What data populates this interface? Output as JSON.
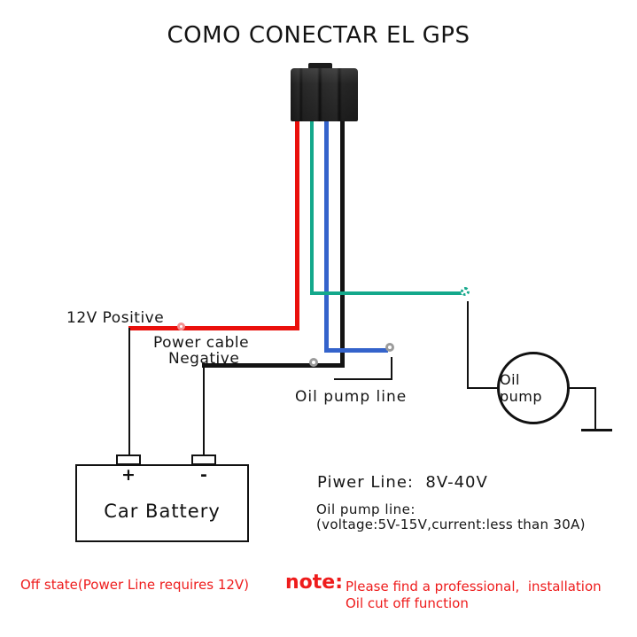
{
  "title": "COMO CONECTAR EL GPS",
  "diagram": {
    "relay": "gps-relay-connector",
    "labels": {
      "positive": "12V Positive",
      "power_cable": "Power cable",
      "negative": "Negative",
      "oil_pump_line": "Oil pump line",
      "oil_pump": "Oil pump"
    },
    "battery": {
      "name": "Car Battery",
      "plus": "+",
      "minus": "-"
    }
  },
  "specs": {
    "power_line": "Piwer Line:  8V-40V",
    "oil_pump_title": "Oil pump line:",
    "oil_pump_detail": "(voltage:5V-15V,current:less than 30A)"
  },
  "notes": {
    "off_state": "Off state(Power Line requires 12V)",
    "note_label": "note:",
    "line1": "Please find a professional,  installation",
    "line2": "Oil cut off function"
  },
  "colors": {
    "positive_wire": "#ea100c",
    "ground_wire": "#141414",
    "oil_cut_wire": "#3463cb",
    "acc_wire": "#14a88b",
    "ring_positive": "#f49090",
    "ring_gray": "#9b9b9b",
    "ring_teal": "#14a88b",
    "warning_red": "#ee1c1c"
  }
}
